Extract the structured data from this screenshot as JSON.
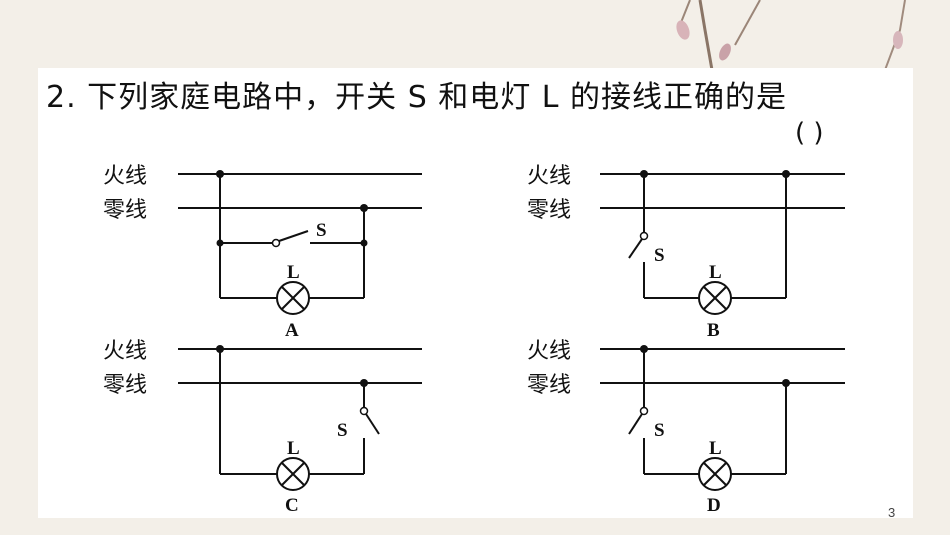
{
  "question": {
    "text": "2. 下列家庭电路中，开关 S 和电灯 L 的接线正确的是",
    "answer_bracket": "(      )"
  },
  "labels": {
    "live_wire": "火线",
    "neutral_wire": "零线",
    "switch": "S",
    "lamp": "L"
  },
  "options": [
    {
      "id": "A",
      "label": "A"
    },
    {
      "id": "B",
      "label": "B"
    },
    {
      "id": "C",
      "label": "C"
    },
    {
      "id": "D",
      "label": "D"
    }
  ],
  "page_number": "3"
}
